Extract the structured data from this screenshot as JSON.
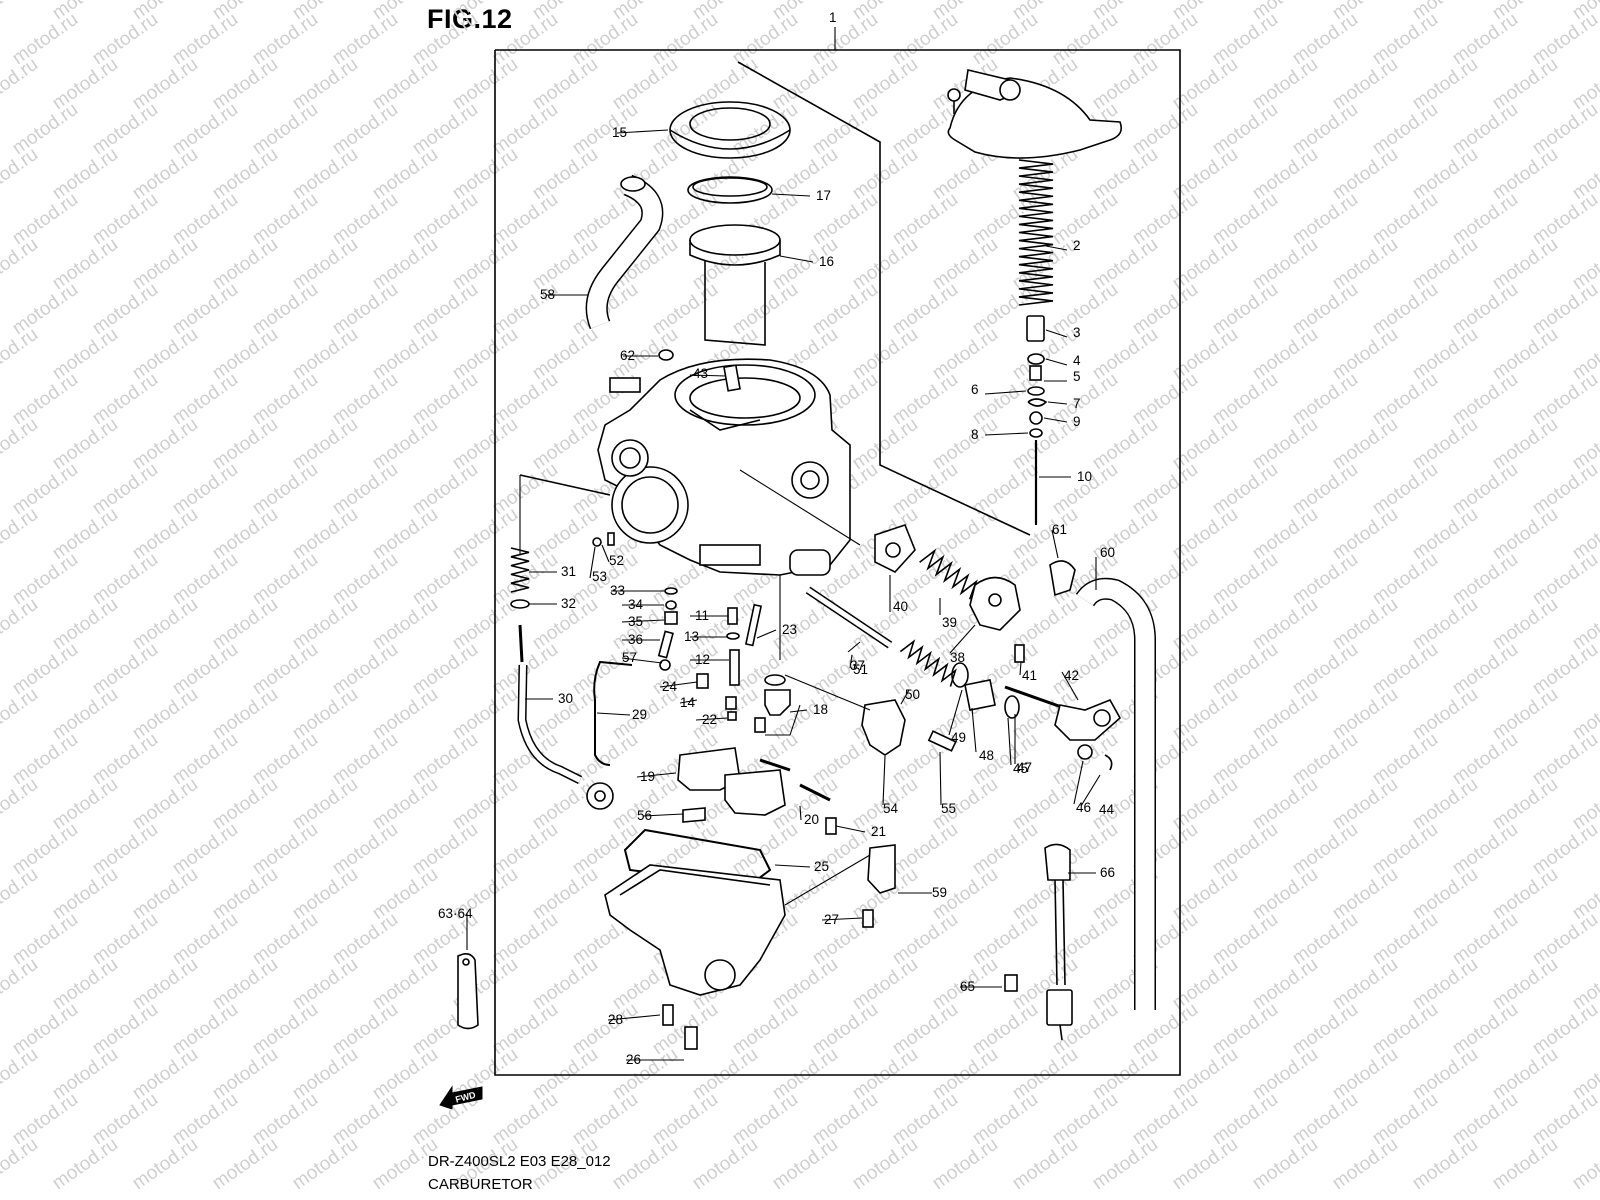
{
  "figure": {
    "title": "FIG.12",
    "assembly_ref": "1"
  },
  "footer": {
    "model_code": "DR-Z400SL2 E03 E28_012",
    "name": "CARBURETOR"
  },
  "fwd_badge": {
    "label": "FWD"
  },
  "watermark": {
    "text": "motod.ru"
  },
  "callouts": [
    "2",
    "3",
    "4",
    "5",
    "6",
    "7",
    "8",
    "9",
    "10",
    "11",
    "12",
    "13",
    "14",
    "15",
    "16",
    "17",
    "18",
    "19",
    "20",
    "21",
    "22",
    "23",
    "24",
    "25",
    "26",
    "27",
    "28",
    "29",
    "30",
    "31",
    "32",
    "33",
    "34",
    "35",
    "36",
    "37",
    "38",
    "39",
    "40",
    "41",
    "42",
    "44",
    "45",
    "46",
    "47",
    "48",
    "49",
    "50",
    "51",
    "52",
    "53",
    "54",
    "55",
    "56",
    "57",
    "58",
    "59",
    "60",
    "61",
    "62",
    "63·64",
    "65",
    "66",
    "43"
  ]
}
